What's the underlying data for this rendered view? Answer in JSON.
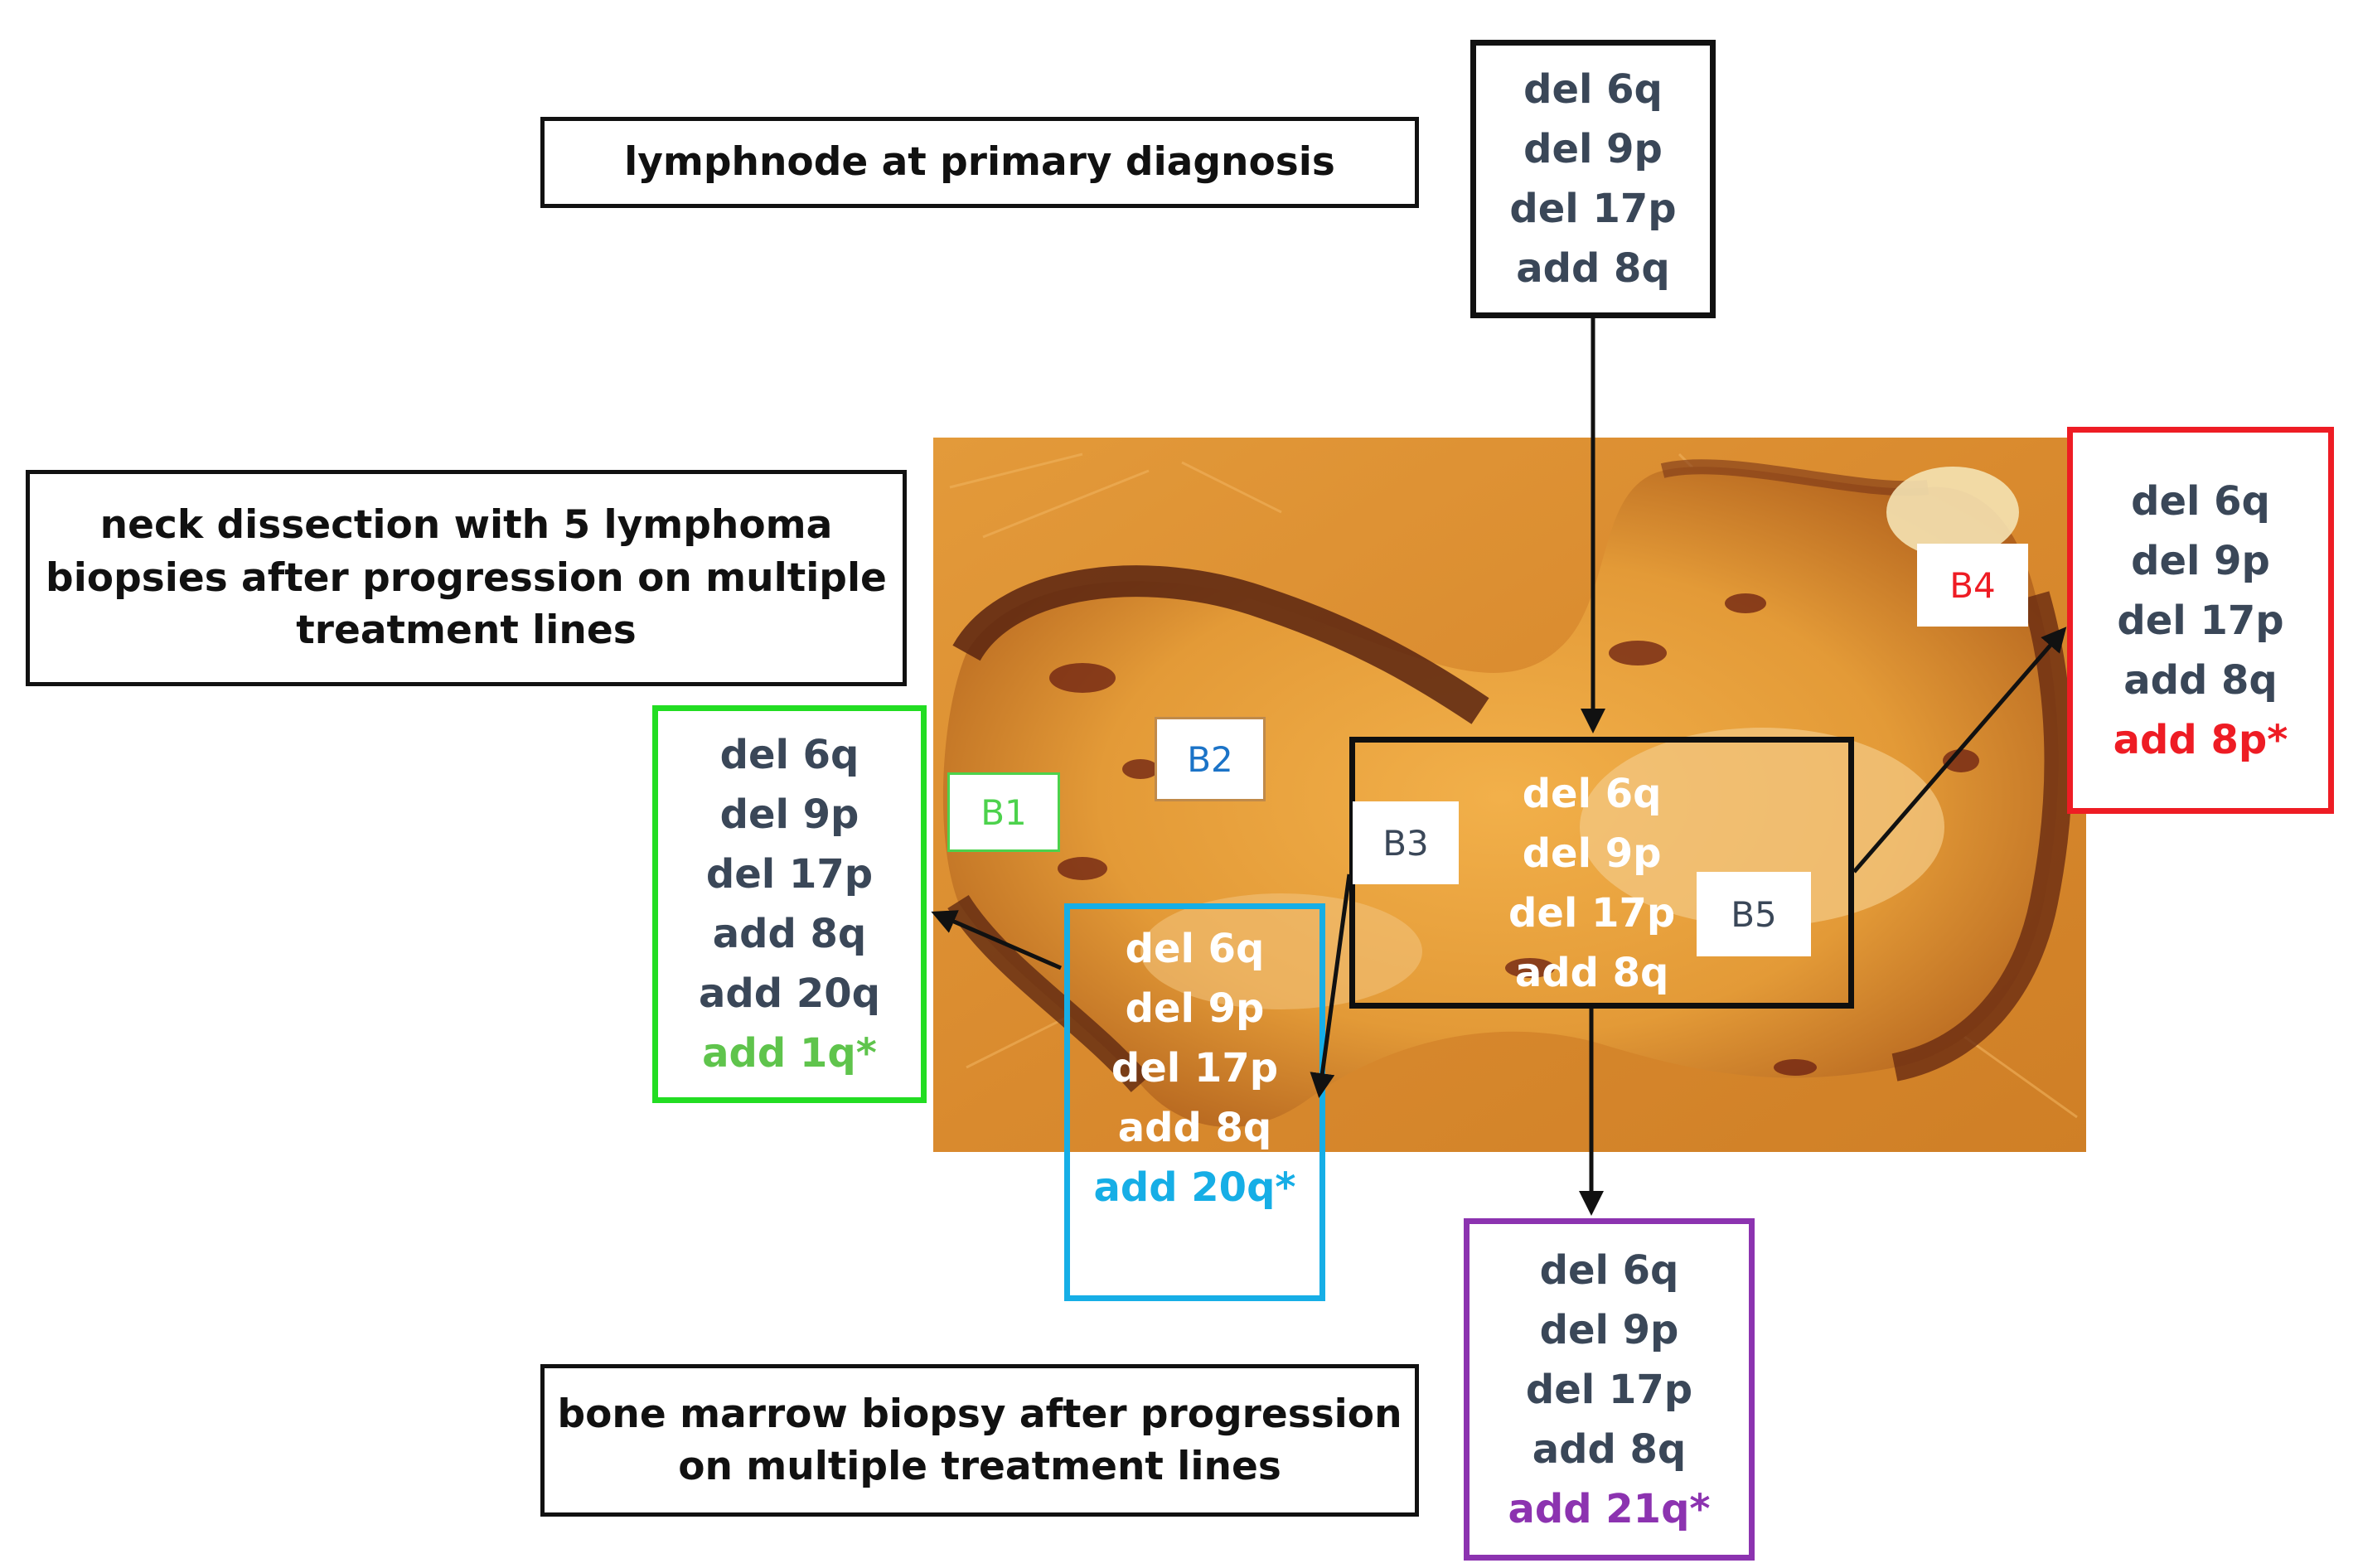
{
  "captions": {
    "lymphnode": "lymphnode at primary diagnosis",
    "neck": "neck dissection with 5 lymphoma\nbiopsies after progression on multiple\ntreatment lines",
    "bone_marrow": "bone marrow biopsy after progression\non multiple treatment lines"
  },
  "karyotypes": {
    "primary": [
      "del 6q",
      "del 9p",
      "del 17p",
      "add 8q"
    ],
    "b4": {
      "lines": [
        "del 6q",
        "del 9p",
        "del 17p",
        "add 8q"
      ],
      "extra": "add 8p*"
    },
    "b1": {
      "lines": [
        "del 6q",
        "del 9p",
        "del 17p",
        "add 8q",
        "add 20q"
      ],
      "extra": "add 1q*"
    },
    "b2": {
      "lines": [
        "del 6q",
        "del 9p",
        "del 17p",
        "add 8q"
      ],
      "extra": "add 20q*"
    },
    "b5": [
      "del 6q",
      "del 9p",
      "del 17p",
      "add 8q"
    ],
    "bone_marrow": {
      "lines": [
        "del 6q",
        "del 9p",
        "del 17p",
        "add 8q"
      ],
      "extra": "add 21q*"
    }
  },
  "biopsy_labels": {
    "b1": "B1",
    "b2": "B2",
    "b3": "B3",
    "b4": "B4",
    "b5": "B5"
  },
  "colors": {
    "text_dark": "#3a4758",
    "b1": "#22dd22",
    "b2_box": "#16aee6",
    "b2_label": "#1b73c7",
    "b4": "#ee1c24",
    "bone_marrow": "#8c33b0",
    "tissue_background": "#d98a2e"
  }
}
